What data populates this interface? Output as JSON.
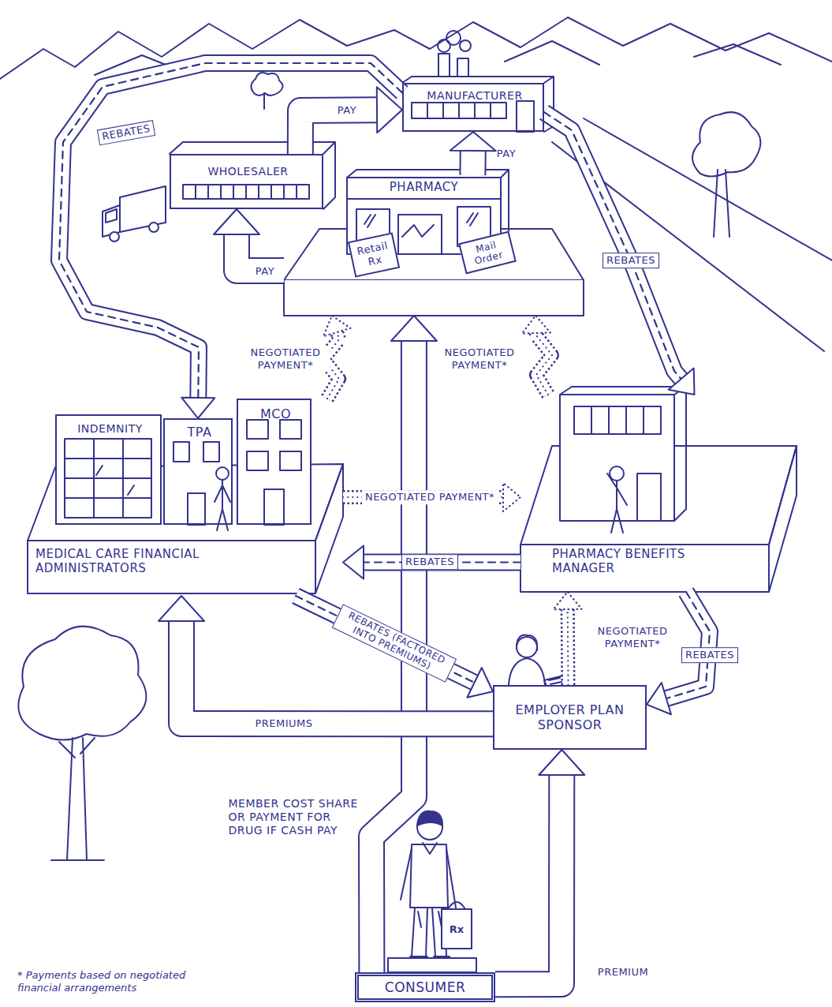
{
  "diagram": {
    "nodes": [
      {
        "text": [
          "MANUFACTURER"
        ]
      },
      {
        "text": [
          "WHOLESALER"
        ]
      },
      {
        "text": [
          "PHARMACY"
        ]
      },
      {
        "text": [
          "Retail Rx"
        ],
        "in": 2
      },
      {
        "text": [
          "Mail Order"
        ],
        "in": 2
      },
      {
        "text": [
          "MEDICAL CARE FINANCIAL ADMINISTRATORS"
        ]
      },
      {
        "text": [
          "INDEMNITY"
        ],
        "in": 5
      },
      {
        "text": [
          "TPA"
        ],
        "in": 5
      },
      {
        "text": [
          "MCO"
        ],
        "in": 5
      },
      {
        "text": [
          "PHARMACY BENEFITS MANAGER"
        ]
      },
      {
        "text": [
          "EMPLOYER PLAN SPONSOR"
        ]
      },
      {
        "text": [
          "CONSUMER"
        ]
      }
    ],
    "edges": [
      {
        "from": 1,
        "to": 0,
        "label": "PAY",
        "arrow": "to"
      },
      {
        "from": 2,
        "to": 0,
        "label": "PAY",
        "arrow": "to"
      },
      {
        "from": 2,
        "to": 1,
        "label": "PAY",
        "arrow": "to"
      },
      {
        "from": 0,
        "to": 7,
        "label": "REBATES",
        "arrow": "to"
      },
      {
        "from": 0,
        "to": 9,
        "label": "REBATES",
        "arrow": "to"
      },
      {
        "from": 5,
        "to": 2,
        "label": "NEGOTIATED PAYMENT*",
        "arrow": "to"
      },
      {
        "from": 9,
        "to": 2,
        "label": "NEGOTIATED PAYMENT*",
        "arrow": "to"
      },
      {
        "from": 5,
        "to": 9,
        "label": "NEGOTIATED PAYMENT*",
        "arrow": "to"
      },
      {
        "from": 9,
        "to": 5,
        "label": "REBATES",
        "arrow": "to"
      },
      {
        "from": 5,
        "to": 10,
        "label": "REBATES (FACTORED INTO PREMIUMS)",
        "arrow": "to"
      },
      {
        "from": 10,
        "to": 9,
        "label": "NEGOTIATED PAYMENT*",
        "arrow": "to"
      },
      {
        "from": 9,
        "to": 10,
        "label": "REBATES",
        "arrow": "to"
      },
      {
        "from": 10,
        "to": 5,
        "label": "PREMIUMS",
        "arrow": "to"
      },
      {
        "from": 11,
        "to": 10,
        "label": "PREMIUM",
        "arrow": "to"
      },
      {
        "from": 11,
        "to": 2,
        "label": "MEMBER COST SHARE OR PAYMENT FOR DRUG IF CASH PAY",
        "arrow": "to"
      }
    ],
    "labels": [
      "Rx",
      "* Payments based on negotiated financial arrangements"
    ]
  }
}
